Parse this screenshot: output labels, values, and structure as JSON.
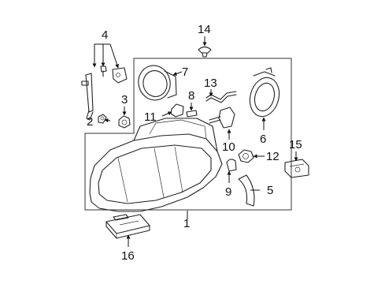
{
  "callouts": {
    "c1": "1",
    "c2": "2",
    "c3": "3",
    "c4": "4",
    "c5": "5",
    "c6": "6",
    "c7": "7",
    "c8": "8",
    "c9": "9",
    "c10": "10",
    "c11": "11",
    "c12": "12",
    "c13": "13",
    "c14": "14",
    "c15": "15",
    "c16": "16"
  },
  "colors": {
    "line": "#222222",
    "background": "#ffffff"
  }
}
